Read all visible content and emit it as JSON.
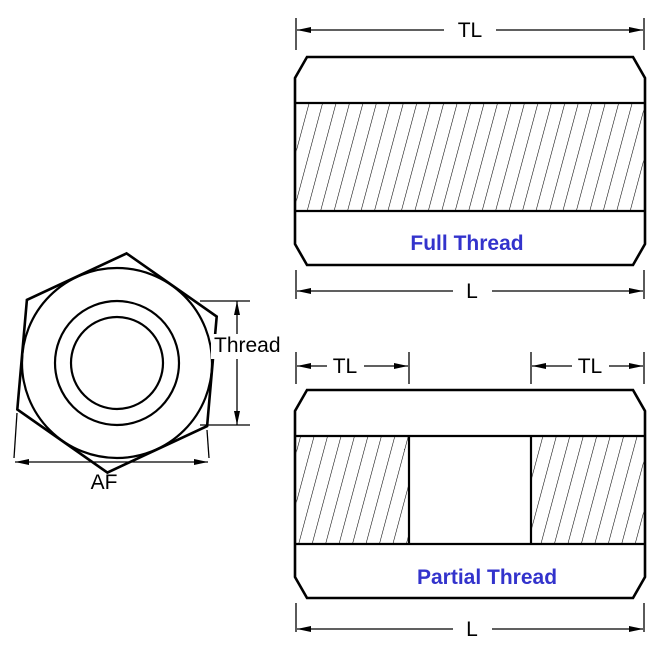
{
  "diagram": {
    "background_color": "#ffffff",
    "line_color": "#000000",
    "accent_color": "#3333cc",
    "end_view": {
      "thread_label": "Thread",
      "af_label": "AF"
    },
    "full_view": {
      "tl_label": "TL",
      "l_label": "L",
      "title": "Full Thread"
    },
    "partial_view": {
      "tl_left_label": "TL",
      "tl_right_label": "TL",
      "l_label": "L",
      "title": "Partial Thread"
    }
  }
}
